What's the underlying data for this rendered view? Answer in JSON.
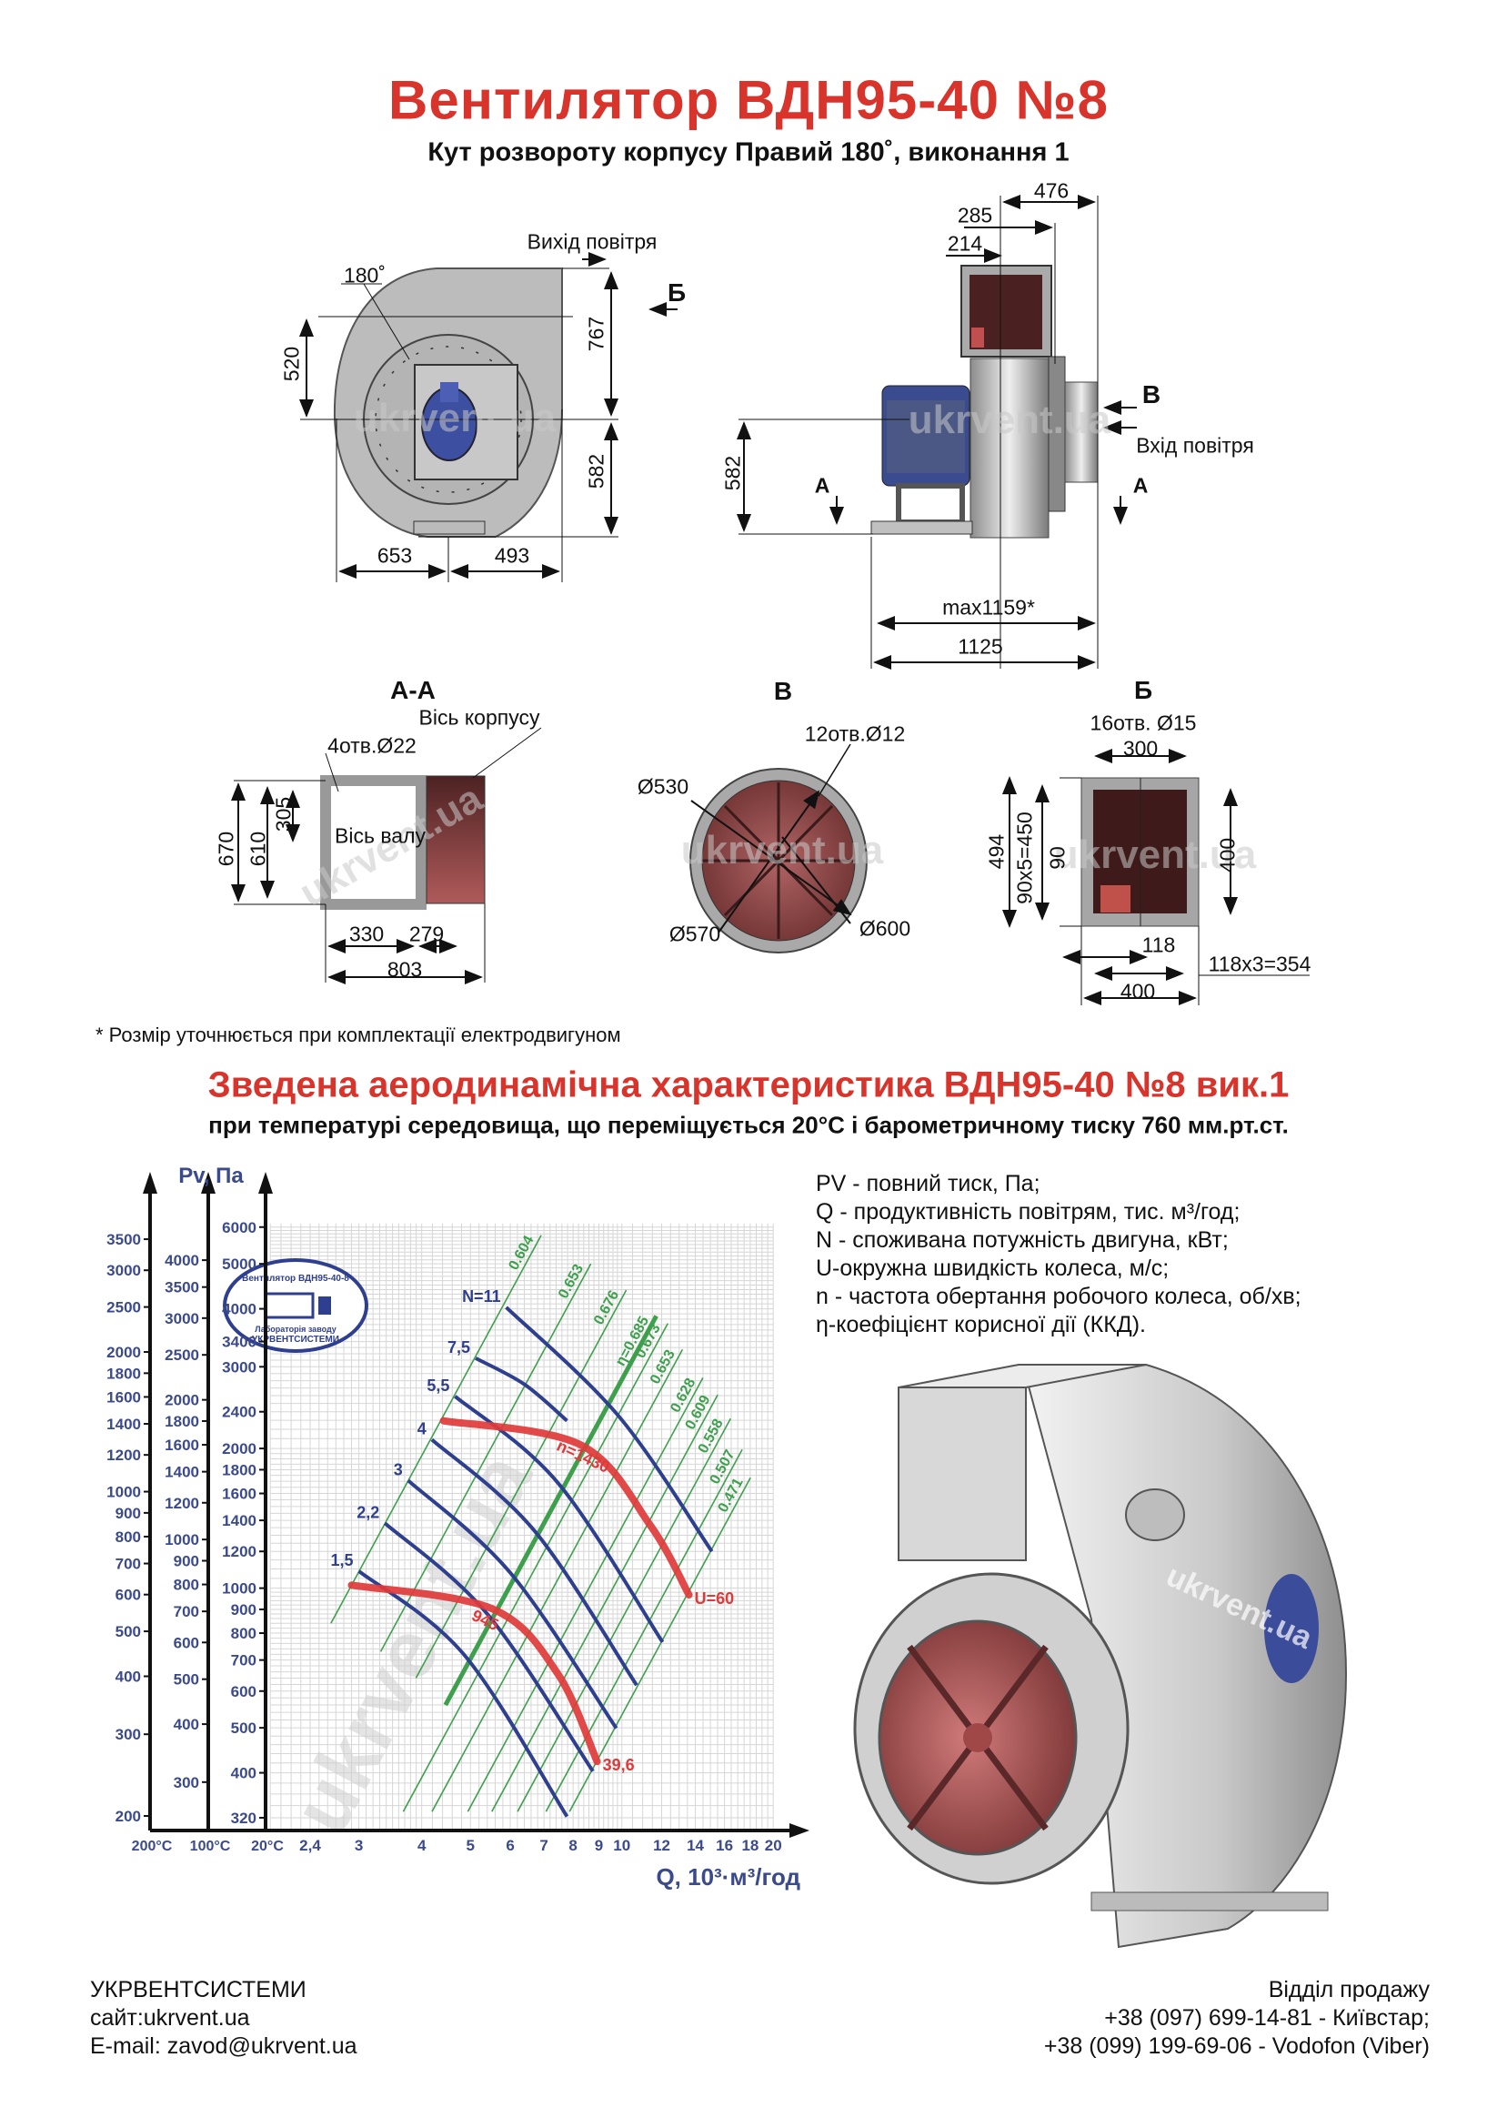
{
  "header": {
    "title": "Вентилятор  ВДН95-40 №8",
    "subtitle": "Кут розвороту корпусу Правий 180˚, виконання 1"
  },
  "front_view": {
    "outlet_label": "Вихід повітря",
    "angle": "180˚",
    "section_mark": "Б",
    "dim_520": "520",
    "dim_767": "767",
    "dim_582": "582",
    "dim_653": "653",
    "dim_493": "493"
  },
  "side_view": {
    "dim_476": "476",
    "dim_285": "285",
    "dim_214": "214",
    "dim_582": "582",
    "dim_max": "max1159*",
    "dim_1125": "1125",
    "inlet_mark": "В",
    "inlet_label": "Вхід повітря",
    "section_mark_left": "А",
    "section_mark_right": "А"
  },
  "section_aa": {
    "title": "А-А",
    "body_axis": "Вісь корпусу",
    "holes": "4отв.Ø22",
    "shaft_axis": "Вісь валу",
    "dim_305": "305",
    "dim_670": "670",
    "dim_610": "610",
    "dim_330": "330",
    "dim_279": "279",
    "dim_803": "803"
  },
  "view_v": {
    "title": "В",
    "holes": "12отв.Ø12",
    "d530": "Ø530",
    "d570": "Ø570",
    "d600": "Ø600"
  },
  "section_b": {
    "title": "Б",
    "holes": "16отв. Ø15",
    "dim_300": "300",
    "dim_494": "494",
    "dim_450": "90х5=450",
    "dim_90": "90",
    "dim_400v": "400",
    "dim_118": "118",
    "dim_354": "118х3=354",
    "dim_400h": "400"
  },
  "footnote": "* Розмір уточнюється при комплектації електродвигуном",
  "characteristic": {
    "title": "Зведена аеродинамічна характеристика ВДН95-40 №8 вик.1",
    "subtitle": "при температурі середовища, що переміщується 20°С і барометричному тиску 760 мм.рт.ст.",
    "legend": [
      "PV - повний тиск, Па;",
      "Q - продуктивність повітрям, тис. м³/год;",
      "N - споживана потужність двигуна, кВт;",
      "U-окружна швидкість колеса, м/с;",
      "n - частота обертання робочого колеса, об/хв;",
      "η-коефіцієнт корисної дії (ККД)."
    ]
  },
  "logo_stamp": {
    "top": "Вентилятор ВДН95-40-8",
    "middle": "Лабораторія заводу",
    "bottom": "УКРВЕНТСИСТЕМИ"
  },
  "watermark": "ukrvent.ua",
  "chart_data": {
    "type": "line",
    "title": "Зведена аеродинамічна характеристика ВДН95-40 №8 вик.1",
    "xlabel": "Q, 10³·м³/год",
    "ylabel": "Pv, Па",
    "xscale": "log",
    "yscale": "log",
    "xlim": [
      2.0,
      20
    ],
    "ylim": [
      320,
      6000
    ],
    "x_ticks": [
      "2,4",
      "3",
      "4",
      "5",
      "6",
      "7",
      "8",
      "9",
      "10",
      "12",
      "14",
      "16",
      "18",
      "20"
    ],
    "x_tick_values": [
      2.4,
      3,
      4,
      5,
      6,
      7,
      8,
      9,
      10,
      12,
      14,
      16,
      18,
      20
    ],
    "y_axes": [
      {
        "label": "200°С",
        "ticks": [
          3500,
          3000,
          2500,
          2000,
          1800,
          1600,
          1400,
          1200,
          1000,
          900,
          800,
          700,
          600,
          500,
          400,
          300,
          200
        ]
      },
      {
        "label": "100°С",
        "ticks": [
          4000,
          3500,
          3000,
          2500,
          2000,
          1800,
          1600,
          1400,
          1200,
          1000,
          900,
          800,
          700,
          600,
          500,
          400,
          300
        ]
      },
      {
        "label": "20°С",
        "ticks": [
          6000,
          5000,
          4000,
          3400,
          3000,
          2400,
          2000,
          1800,
          1600,
          1400,
          1200,
          1000,
          900,
          800,
          700,
          600,
          500,
          400,
          320
        ]
      }
    ],
    "power_curves": [
      {
        "label": "N=11",
        "points": [
          [
            5.89,
            4030
          ],
          [
            9.85,
            2350
          ],
          [
            15.1,
            1200
          ]
        ]
      },
      {
        "label": "7,5",
        "points": [
          [
            5.12,
            3130
          ],
          [
            6.4,
            2750
          ],
          [
            7.78,
            2295
          ]
        ]
      },
      {
        "label": "5,5",
        "points": [
          [
            4.66,
            2590
          ],
          [
            7.45,
            1690
          ],
          [
            12.05,
            765
          ]
        ]
      },
      {
        "label": "4",
        "points": [
          [
            4.19,
            2090
          ],
          [
            6.7,
            1330
          ],
          [
            10.7,
            618
          ]
        ]
      },
      {
        "label": "3",
        "points": [
          [
            3.76,
            1706
          ],
          [
            6.02,
            1075
          ],
          [
            9.75,
            499
          ]
        ]
      },
      {
        "label": "2,2",
        "points": [
          [
            3.38,
            1380
          ],
          [
            5.4,
            880
          ],
          [
            8.76,
            403
          ]
        ]
      },
      {
        "label": "1,5",
        "points": [
          [
            3.0,
            1088
          ],
          [
            4.85,
            720
          ],
          [
            7.78,
            322
          ]
        ]
      }
    ],
    "speed_curves": [
      {
        "label": "n=1430",
        "end_label": "U=60",
        "points": [
          [
            4.42,
            2295
          ],
          [
            8.29,
            2035
          ],
          [
            11.4,
            1364
          ],
          [
            13.6,
            967
          ]
        ]
      },
      {
        "label": "945",
        "end_label": "39,6",
        "points": [
          [
            2.9,
            1015
          ],
          [
            5.52,
            903
          ],
          [
            7.45,
            655
          ],
          [
            8.93,
            423
          ]
        ]
      }
    ],
    "efficiency_lines": [
      {
        "label": "0.604",
        "q_at_1000pa": 2.88,
        "p_range": [
          840,
          5760
        ]
      },
      {
        "label": "0.653",
        "q_at_1000pa": 3.88,
        "p_range": [
          730,
          5000
        ]
      },
      {
        "label": "0.676",
        "q_at_1000pa": 4.87,
        "p_range": [
          640,
          4390
        ]
      },
      {
        "label": "η=0.685",
        "q_at_1000pa": 5.96,
        "p_range": [
          560,
          3860
        ],
        "optimal": true
      },
      {
        "label": "0.673",
        "q_at_1000pa": 6.4,
        "p_range": [
          330,
          3720
        ]
      },
      {
        "label": "0.653",
        "q_at_1000pa": 7.3,
        "p_range": [
          330,
          3270
        ]
      },
      {
        "label": "0.628",
        "q_at_1000pa": 8.6,
        "p_range": [
          330,
          2840
        ]
      },
      {
        "label": "0.609",
        "q_at_1000pa": 9.6,
        "p_range": [
          330,
          2610
        ]
      },
      {
        "label": "0.558",
        "q_at_1000pa": 10.8,
        "p_range": [
          330,
          2320
        ]
      },
      {
        "label": "0.507",
        "q_at_1000pa": 12.3,
        "p_range": [
          330,
          1990
        ]
      },
      {
        "label": "0.471",
        "q_at_1000pa": 13.7,
        "p_range": [
          330,
          1730
        ]
      }
    ],
    "colors": {
      "power": "#2f3f8f",
      "speed": "#e0393a",
      "efficiency": "#3ea04c",
      "axis_text": "#3b4a8a",
      "grid": "#d6d6d6"
    }
  },
  "footer": {
    "company": "УКРВЕНТСИСТЕМИ",
    "site": "сайт:ukrvent.ua",
    "email": "E-mail: zavod@ukrvent.ua",
    "sales": "Відділ продажу",
    "phone1": "+38 (097) 699-14-81 - Київстар;",
    "phone2": "+38 (099) 199-69-06 - Vodofon (Viber)"
  }
}
